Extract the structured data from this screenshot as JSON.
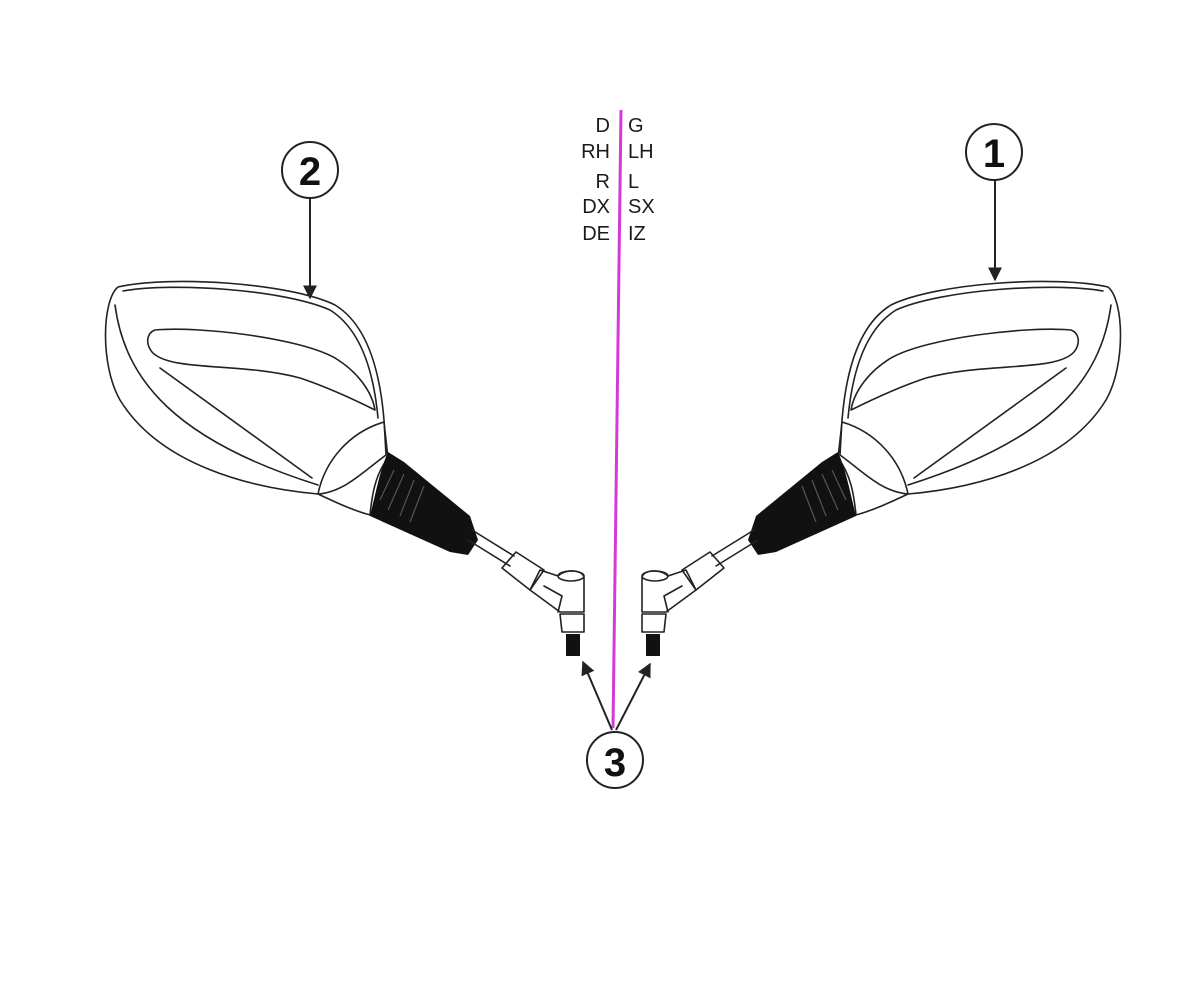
{
  "side_labels": {
    "right": [
      "D",
      "RH",
      "R",
      "DX",
      "DE"
    ],
    "left": [
      "G",
      "LH",
      "L",
      "SX",
      "IZ"
    ]
  },
  "callouts": [
    {
      "number": "1",
      "part": "left-mirror"
    },
    {
      "number": "2",
      "part": "right-mirror"
    },
    {
      "number": "3",
      "part": "mounting-stems"
    }
  ],
  "colors": {
    "center_line": "#d63ad6",
    "line": "#222222",
    "boot": "#111111",
    "background": "#ffffff"
  }
}
